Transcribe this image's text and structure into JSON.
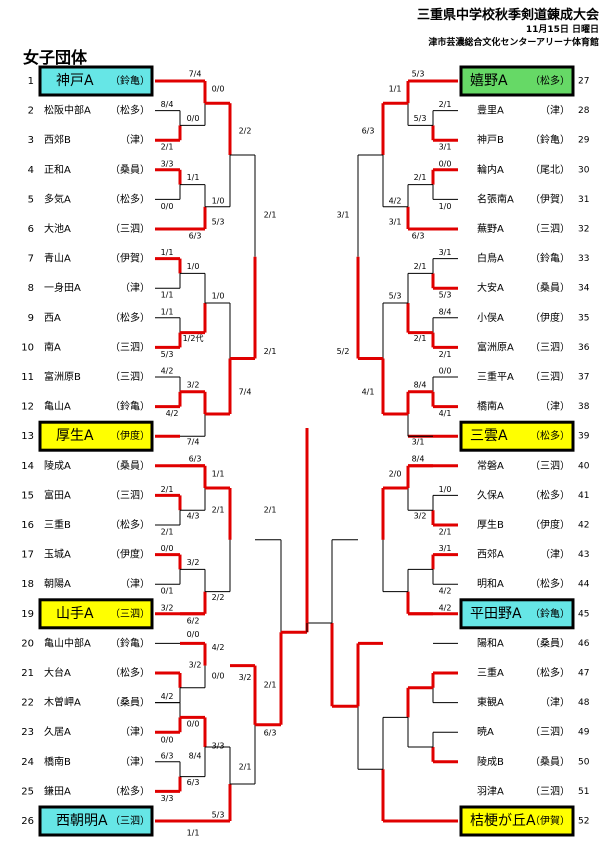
{
  "header": {
    "title": "三重県中学校秋季剣道錬成大会",
    "date": "11月15日 日曜日",
    "venue": "津市芸濃総合文化センターアリーナ体育館"
  },
  "category": "女子団体",
  "colors": {
    "line": "#e00000",
    "cyan": "#66e6e6",
    "yellow": "#ffff00",
    "green": "#66d966"
  },
  "left_teams": [
    {
      "no": "1",
      "name": "神戸A",
      "region": "（鈴亀）",
      "hl": "cyan"
    },
    {
      "no": "2",
      "name": "松阪中部A",
      "region": "（松多）"
    },
    {
      "no": "3",
      "name": "西郊B",
      "region": "（津）"
    },
    {
      "no": "4",
      "name": "正和A",
      "region": "（桑員）"
    },
    {
      "no": "5",
      "name": "多気A",
      "region": "（松多）"
    },
    {
      "no": "6",
      "name": "大池A",
      "region": "（三泗）"
    },
    {
      "no": "7",
      "name": "青山A",
      "region": "（伊賀）"
    },
    {
      "no": "8",
      "name": "一身田A",
      "region": "（津）"
    },
    {
      "no": "9",
      "name": "西A",
      "region": "（松多）"
    },
    {
      "no": "10",
      "name": "南A",
      "region": "（三泗）"
    },
    {
      "no": "11",
      "name": "富洲原B",
      "region": "（三泗）"
    },
    {
      "no": "12",
      "name": "亀山A",
      "region": "（鈴亀）"
    },
    {
      "no": "13",
      "name": "厚生A",
      "region": "（伊度）",
      "hl": "yellow"
    },
    {
      "no": "14",
      "name": "陵成A",
      "region": "（桑員）"
    },
    {
      "no": "15",
      "name": "富田A",
      "region": "（三泗）"
    },
    {
      "no": "16",
      "name": "三重B",
      "region": "（松多）"
    },
    {
      "no": "17",
      "name": "玉城A",
      "region": "（伊度）"
    },
    {
      "no": "18",
      "name": "朝陽A",
      "region": "（津）"
    },
    {
      "no": "19",
      "name": "山手A",
      "region": "（三泗）",
      "hl": "yellow"
    },
    {
      "no": "20",
      "name": "亀山中部A",
      "region": "（鈴亀）"
    },
    {
      "no": "21",
      "name": "大台A",
      "region": "（松多）"
    },
    {
      "no": "22",
      "name": "木曽岬A",
      "region": "（桑員）"
    },
    {
      "no": "23",
      "name": "久居A",
      "region": "（津）"
    },
    {
      "no": "24",
      "name": "橋南B",
      "region": "（津）"
    },
    {
      "no": "25",
      "name": "鎌田A",
      "region": "（松多）"
    },
    {
      "no": "26",
      "name": "西朝明A",
      "region": "（三泗）",
      "hl": "cyan"
    }
  ],
  "right_teams": [
    {
      "no": "27",
      "name": "嬉野A",
      "region": "（松多）",
      "hl": "green"
    },
    {
      "no": "28",
      "name": "豊里A",
      "region": "（津）"
    },
    {
      "no": "29",
      "name": "神戸B",
      "region": "（鈴亀）"
    },
    {
      "no": "30",
      "name": "輪内A",
      "region": "（尾北）"
    },
    {
      "no": "31",
      "name": "名張南A",
      "region": "（伊賀）"
    },
    {
      "no": "32",
      "name": "蕪野A",
      "region": "（三泗）"
    },
    {
      "no": "33",
      "name": "白鳥A",
      "region": "（鈴亀）"
    },
    {
      "no": "34",
      "name": "大安A",
      "region": "（桑員）"
    },
    {
      "no": "35",
      "name": "小俣A",
      "region": "（伊度）"
    },
    {
      "no": "36",
      "name": "富洲原A",
      "region": "（三泗）"
    },
    {
      "no": "37",
      "name": "三重平A",
      "region": "（三泗）"
    },
    {
      "no": "38",
      "name": "橋南A",
      "region": "（津）"
    },
    {
      "no": "39",
      "name": "三雲A",
      "region": "（松多）",
      "hl": "yellow"
    },
    {
      "no": "40",
      "name": "常磐A",
      "region": "（三泗）"
    },
    {
      "no": "41",
      "name": "久保A",
      "region": "（松多）"
    },
    {
      "no": "42",
      "name": "厚生B",
      "region": "（伊度）"
    },
    {
      "no": "43",
      "name": "西郊A",
      "region": "（津）"
    },
    {
      "no": "44",
      "name": "明和A",
      "region": "（松多）"
    },
    {
      "no": "45",
      "name": "平田野A",
      "region": "（鈴亀）",
      "hl": "cyan"
    },
    {
      "no": "46",
      "name": "陽和A",
      "region": "（桑員）"
    },
    {
      "no": "47",
      "name": "三重A",
      "region": "（松多）"
    },
    {
      "no": "48",
      "name": "東観A",
      "region": "（津）"
    },
    {
      "no": "49",
      "name": "暁A",
      "region": "（三泗）"
    },
    {
      "no": "50",
      "name": "陵成B",
      "region": "（桑員）"
    },
    {
      "no": "51",
      "name": "羽津A",
      "region": "（三泗）"
    },
    {
      "no": "52",
      "name": "桔梗が丘A",
      "region": "（伊賀）",
      "hl": "yellow"
    }
  ],
  "scores": [
    "7/4",
    "8/4",
    "2/1",
    "3/3",
    "0/0",
    "6/3",
    "0/0",
    "0/0",
    "1/1",
    "5/3",
    "2/2",
    "1/0",
    "1/1",
    "1/1",
    "1/1",
    "5/3",
    "4/2",
    "4/2",
    "1/0",
    "1/2代",
    "3/2",
    "7/4",
    "1/0",
    "7/4",
    "2/1",
    "2/1",
    "6/3",
    "2/1",
    "2/1",
    "0/0",
    "0/1",
    "3/2",
    "1/1",
    "4/3",
    "3/2",
    "6/2",
    "2/1",
    "2/2",
    "0/0",
    "3/2",
    "0/0",
    "4/2",
    "0/0",
    "0/0",
    "6/3",
    "3/3",
    "8/4",
    "6/3",
    "3/3",
    "2/1",
    "1/1",
    "5/3",
    "4/2",
    "3/2",
    "2/1",
    "2/1",
    "6/3",
    "5/3",
    "2/1",
    "3/1",
    "0/0",
    "1/0",
    "6/3",
    "1/1",
    "5/3",
    "2/1",
    "3/1",
    "6/3",
    "4/2",
    "3/1",
    "5/3",
    "8/4",
    "2/1",
    "0/0",
    "4/1",
    "3/1",
    "2/1",
    "2/1",
    "8/4",
    "5/3",
    "4/1",
    "3/1",
    "5/2",
    "8/4",
    "1/0",
    "2/1",
    "3/1",
    "4/2",
    "4/2",
    "2/0",
    "3/2"
  ]
}
